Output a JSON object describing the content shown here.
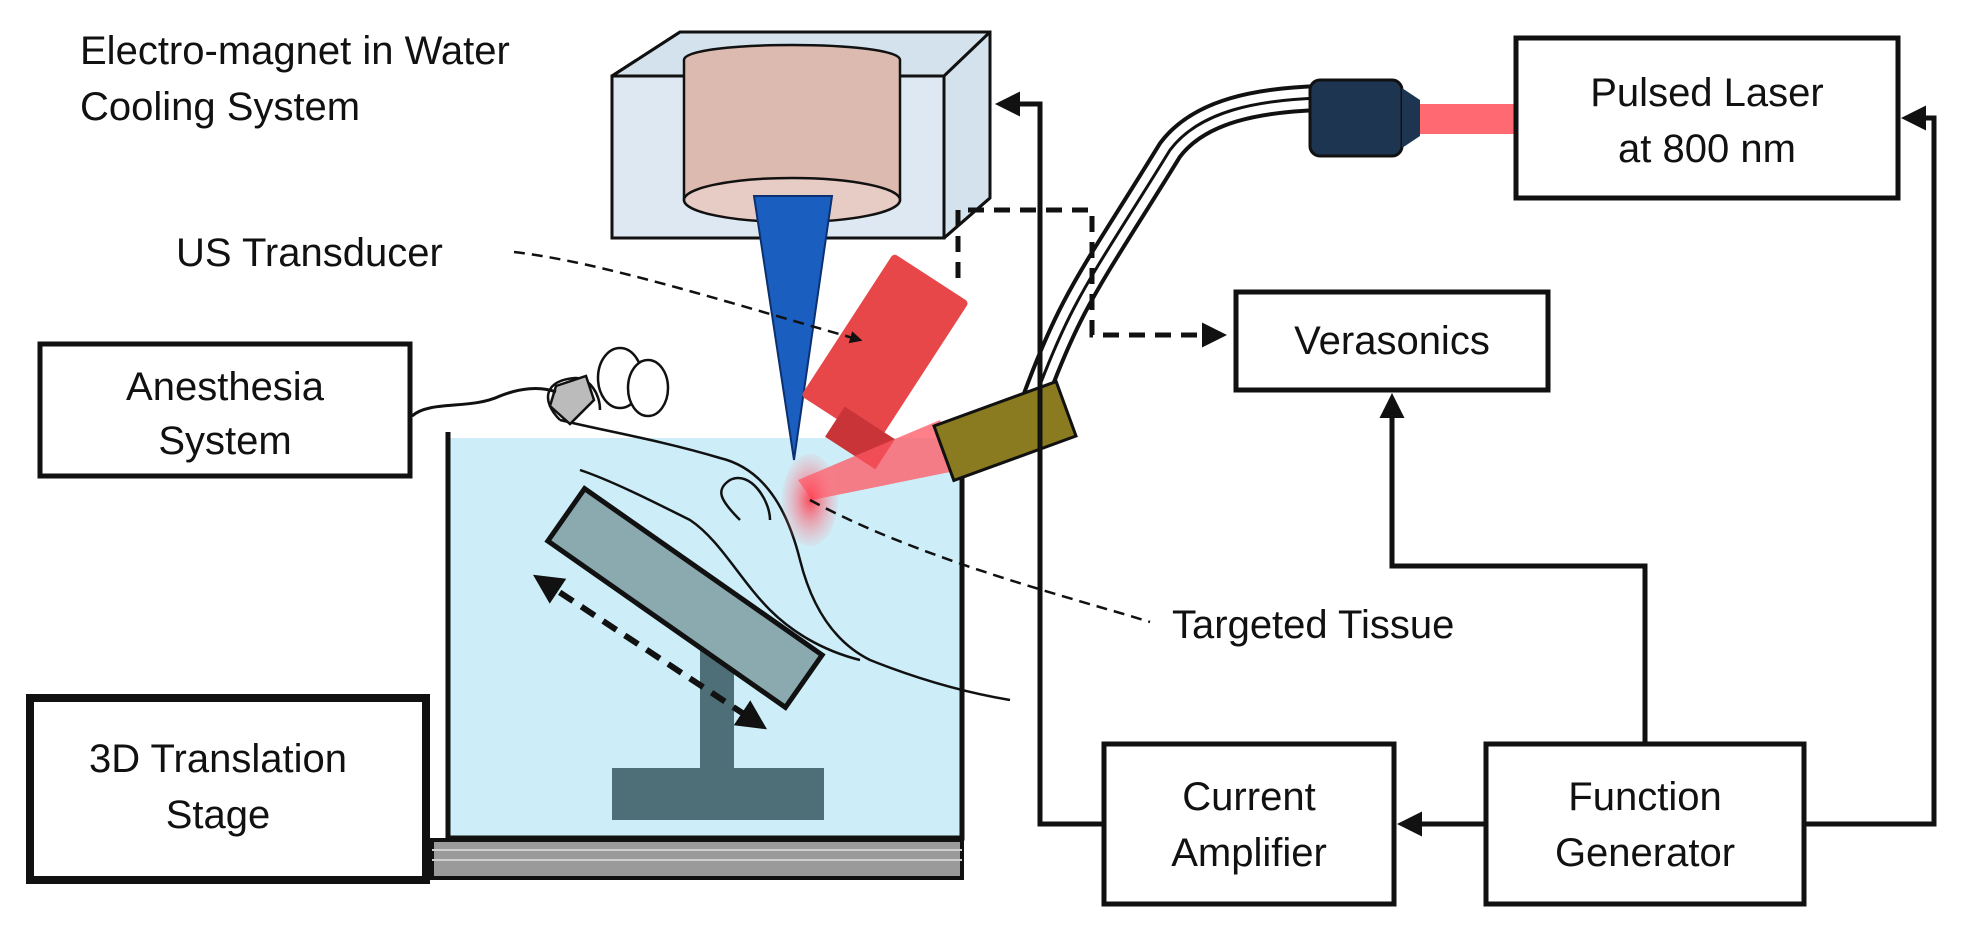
{
  "labels": {
    "electromagnet_line1": "Electro-magnet in Water",
    "electromagnet_line2": "Cooling System",
    "us_transducer": "US Transducer",
    "anesthesia_line1": "Anesthesia",
    "anesthesia_line2": "System",
    "stage_line1": "3D Translation",
    "stage_line2": "Stage",
    "targeted_tissue": "Targeted Tissue",
    "verasonics": "Verasonics",
    "laser_line1": "Pulsed Laser",
    "laser_line2": "at 800 nm",
    "amplifier_line1": "Current",
    "amplifier_line2": "Amplifier",
    "generator_line1": "Function",
    "generator_line2": "Generator"
  },
  "colors": {
    "water": "#cdeef8",
    "magnet_housing": "#d4e2ee",
    "magnet_core": "#dcbab0",
    "magnet_tip": "#1a5fbf",
    "transducer": "#e8474a",
    "laser_beam": "#ff6a72",
    "fiber_tip": "#8a7a20",
    "fiber_head": "#1d3550",
    "platform": "#4e6e78",
    "base": "#9a9a9a"
  }
}
